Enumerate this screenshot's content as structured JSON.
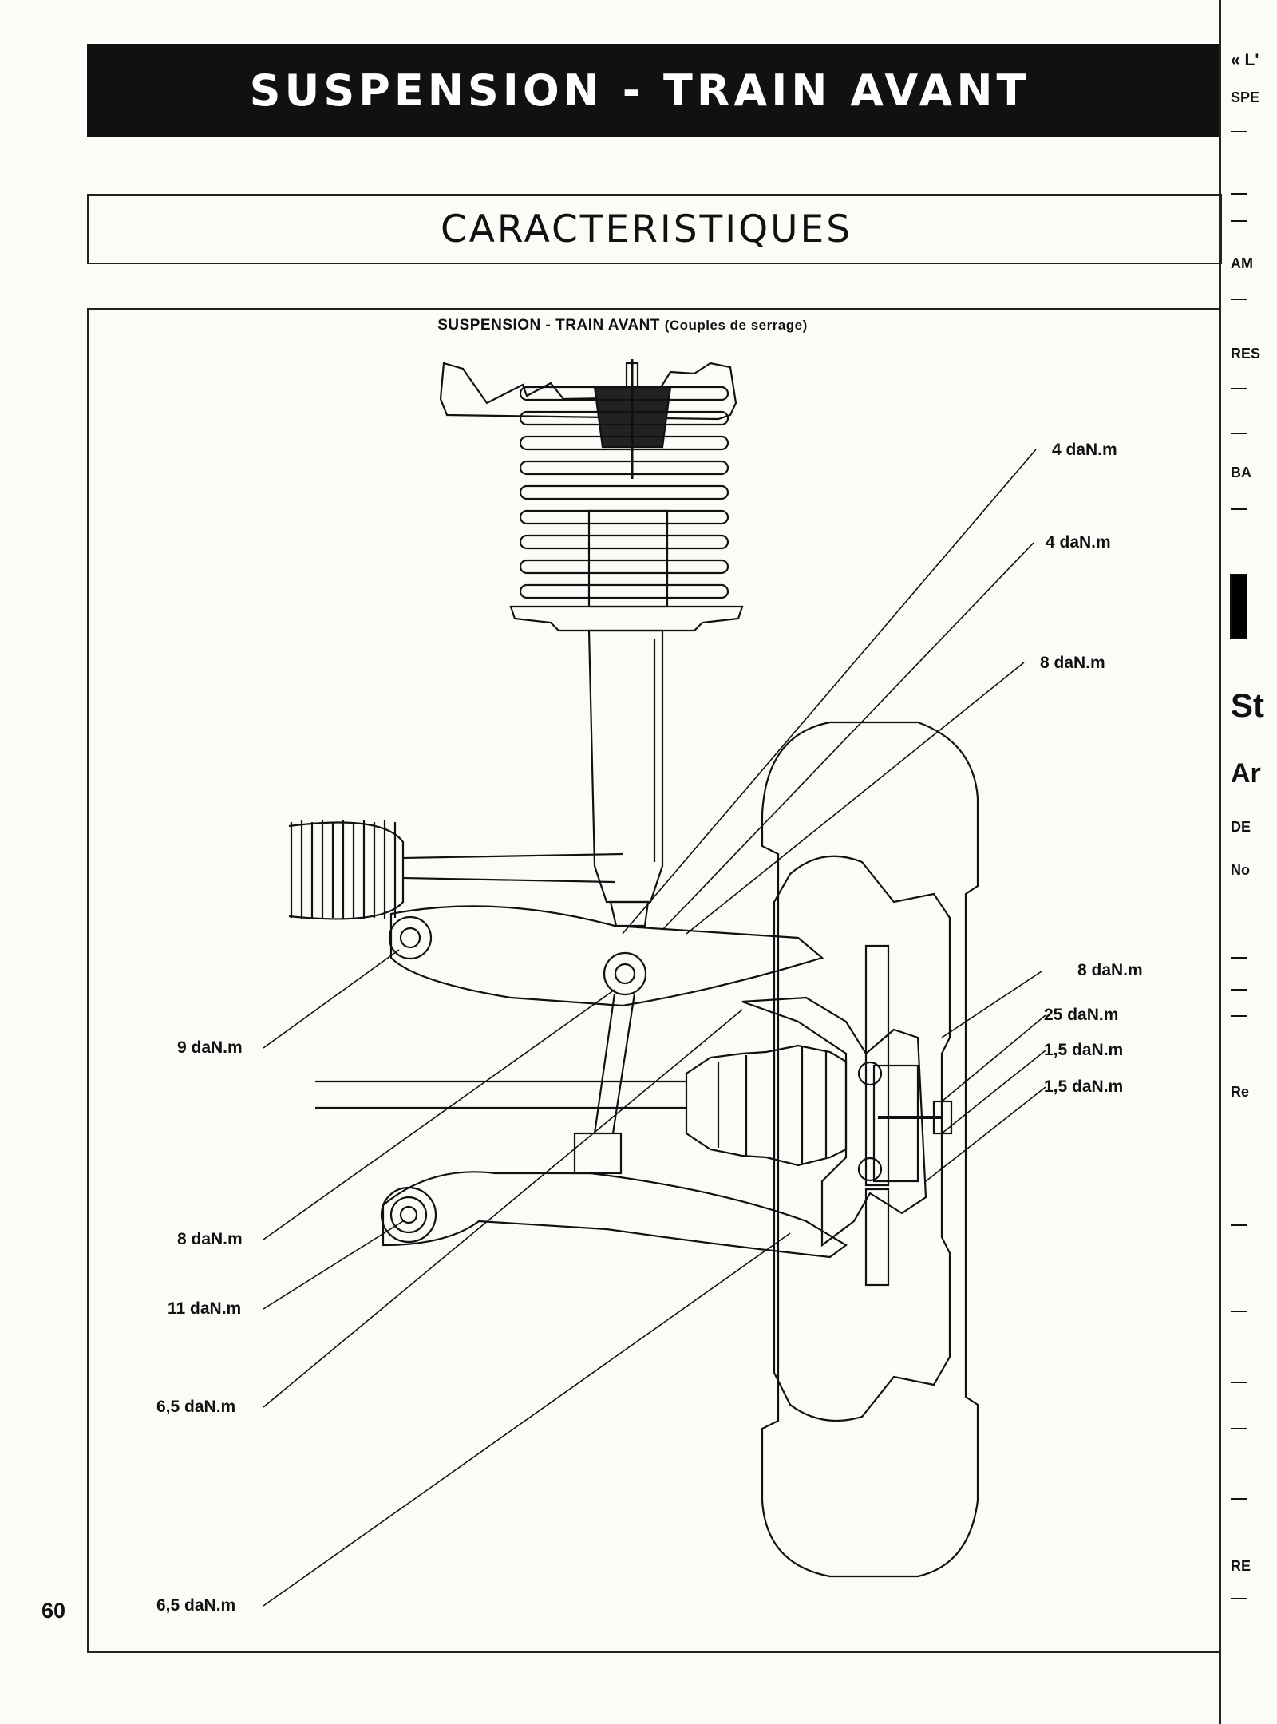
{
  "header": {
    "banner_title": "SUSPENSION - TRAIN AVANT"
  },
  "section": {
    "title": "CARACTERISTIQUES"
  },
  "figure": {
    "title": "SUSPENSION - TRAIN AVANT",
    "subtitle": "(Couples de serrage)",
    "torque_labels": [
      "4 daN.m",
      "4 daN.m",
      "8 daN.m",
      "8 daN.m",
      "25 daN.m",
      "1,5 daN.m",
      "1,5 daN.m",
      "9 daN.m",
      "8 daN.m",
      "11 daN.m",
      "6,5 daN.m",
      "6,5 daN.m"
    ]
  },
  "page": {
    "number": "60"
  },
  "next_column": {
    "items": [
      "« L'",
      "SPE",
      "AM",
      "RES",
      "BA",
      "St",
      "Ar",
      "DE",
      "No",
      "Re",
      "RE"
    ]
  }
}
